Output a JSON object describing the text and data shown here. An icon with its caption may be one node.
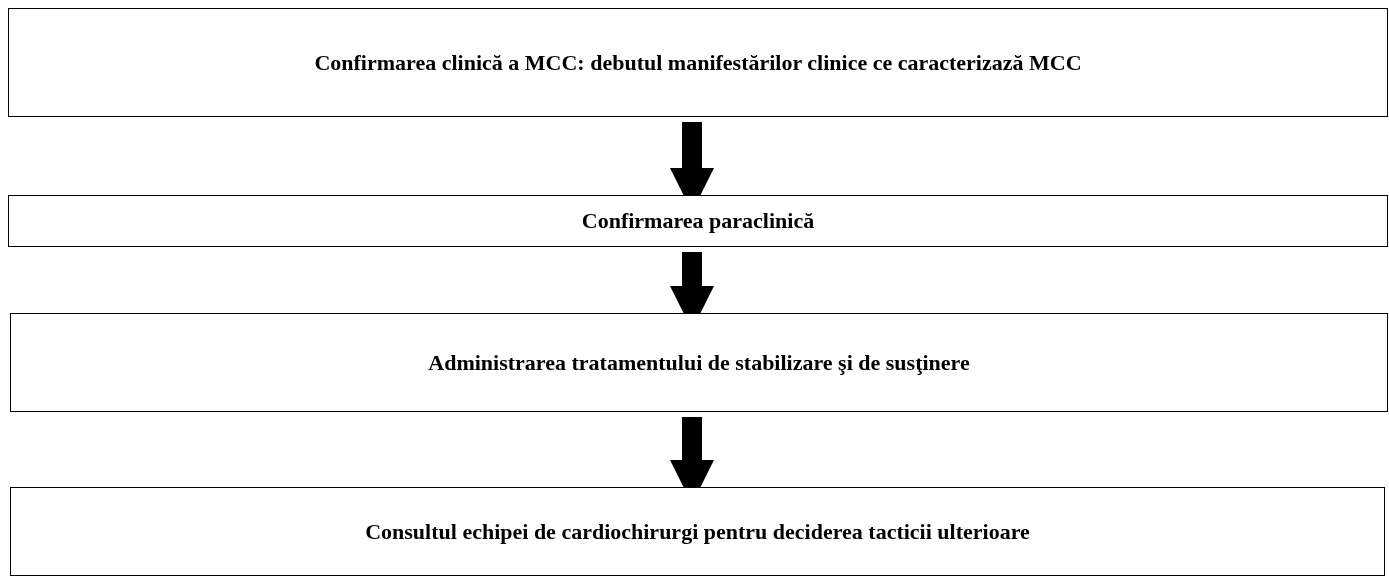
{
  "diagram": {
    "nodes": [
      {
        "text": [
          "Confirmarea clinică a MCC: debutul manifestărilor clinice ce caracterizază MCC"
        ]
      },
      {
        "text": [
          "Confirmarea paraclinică"
        ]
      },
      {
        "text": [
          "Administrarea tratamentului de stabilizare şi de susţinere"
        ]
      },
      {
        "text": [
          "Consultul echipei de cardiochirurgi pentru deciderea tacticii ulterioare"
        ]
      }
    ],
    "edges": [
      {
        "from": 0,
        "to": 1,
        "arrow": "to"
      },
      {
        "from": 1,
        "to": 2,
        "arrow": "to"
      },
      {
        "from": 2,
        "to": 3,
        "arrow": "to"
      }
    ]
  }
}
